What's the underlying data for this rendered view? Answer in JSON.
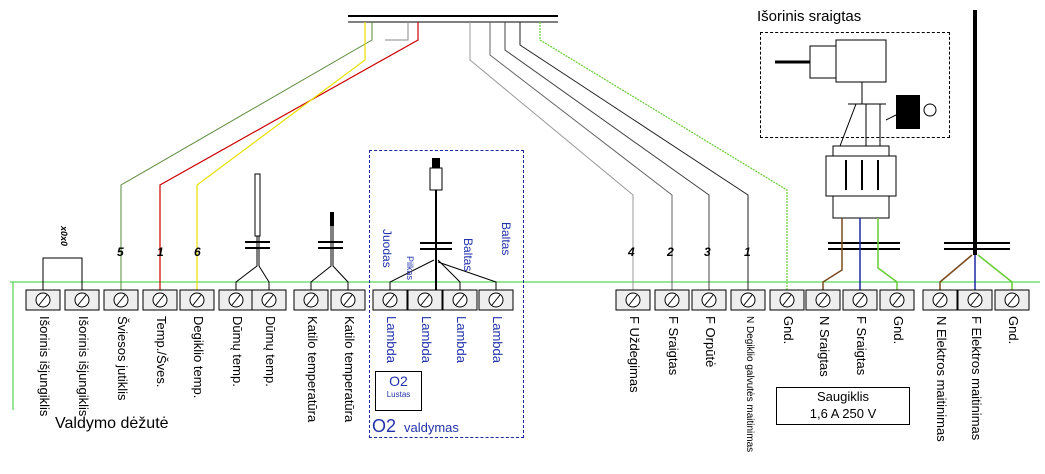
{
  "header": {
    "external_auger_title": "Išorinis sraigtas"
  },
  "bottom_labels": {
    "control_box": "Valdymo dėžutė",
    "o2_control_prefix": "O2",
    "o2_control_suffix": "valdymas"
  },
  "o2_chip": {
    "line1": "O2",
    "line2": "Lustas"
  },
  "fuse": {
    "line1": "Saugiklis",
    "line2": "1,6 A 250 V"
  },
  "wire_numbers": [
    "5",
    "1",
    "6",
    "4",
    "2",
    "3",
    "1"
  ],
  "jumper_label": "x0x0",
  "lambda_wire_colors": [
    "Juodas",
    "Pilkas",
    "Baltas",
    "Baltas"
  ],
  "terminals_left": [
    "Išorinis išjungiklis",
    "Išorinis išjungiklis",
    "Šviesos jutiklis",
    "Temp./Šves.",
    "Degiklio temp.",
    "Dūmų temp.",
    "Dūmų temp.",
    "Katilo temperatūra",
    "Katilo temperatūra"
  ],
  "terminals_lambda": [
    "Lambda",
    "Lambda",
    "Lambda",
    "Lambda"
  ],
  "terminals_right": [
    "F Uždegimas",
    "F Sraigtas",
    "F Orpūtė",
    "N Degiklio galvutės maitinimas",
    "Gnd.",
    "N Sraigtas",
    "F Sraigtas",
    "Gnd.",
    "N Elektros maitinimas",
    "F Elektros maitinimas",
    "Gnd."
  ],
  "colors": {
    "ground_line": "#33cc33",
    "label_blue": "#2233aa",
    "wire_red": "#cc0000",
    "wire_yellow": "#e8e000",
    "wire_green": "#66cc33",
    "wire_gray": "#888888"
  }
}
